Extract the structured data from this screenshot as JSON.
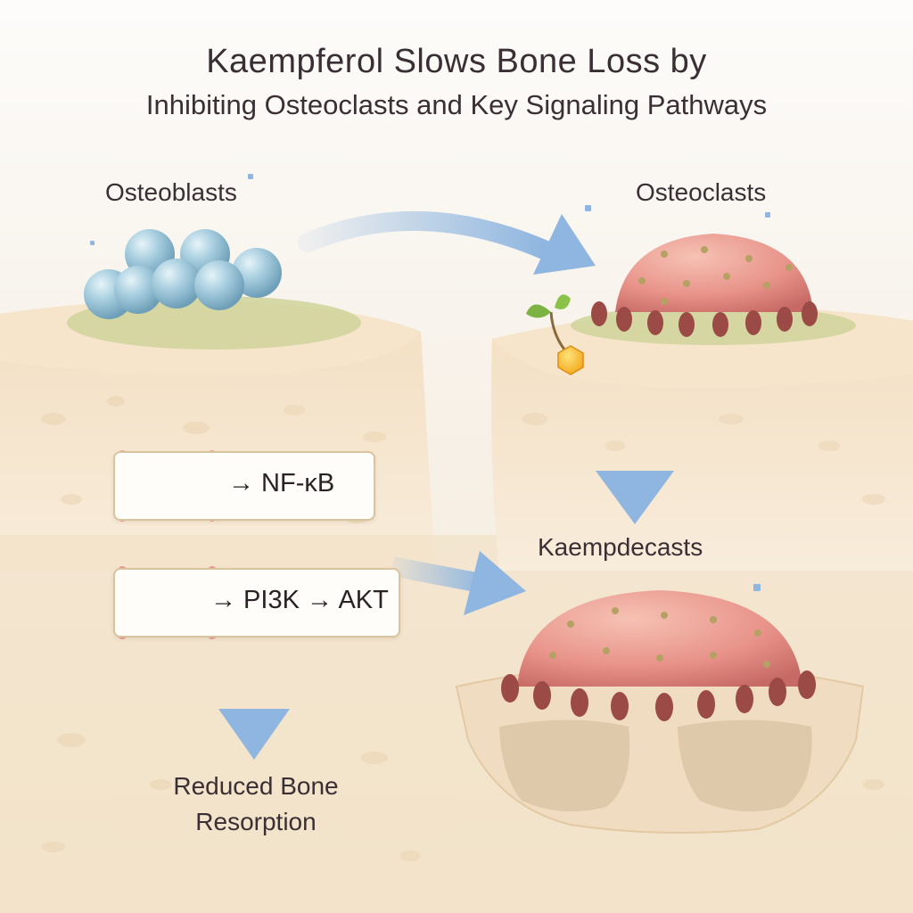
{
  "title": {
    "line1": "Kaempferol Slows Bone Loss by",
    "line2": "Inhibiting Osteoclasts and Key Signaling Pathways"
  },
  "labels": {
    "osteoblasts": "Osteoblasts",
    "osteoclasts": "Osteoclasts",
    "kaempdecasts": "Kaempdecasts"
  },
  "pathways": [
    {
      "text": "→ NF-κB",
      "status": "inhibited"
    },
    {
      "text": "→ PI3K → AKT",
      "status": "inhibited"
    }
  ],
  "outcome": {
    "line1": "Reduced Bone",
    "line2": "Resorption"
  },
  "colors": {
    "arrow": "#8fb6e0",
    "inhibit_cross": "#ee8e8e",
    "osteoblast": "#a9cfe0",
    "osteoclast": "#e8938a",
    "bone": "#f3e2c6",
    "text": "#3a2f34"
  },
  "icons": [
    "kaempferol-leaf-icon",
    "receptor-icon",
    "inhibit-x-icon",
    "blue-arrow-icon"
  ]
}
